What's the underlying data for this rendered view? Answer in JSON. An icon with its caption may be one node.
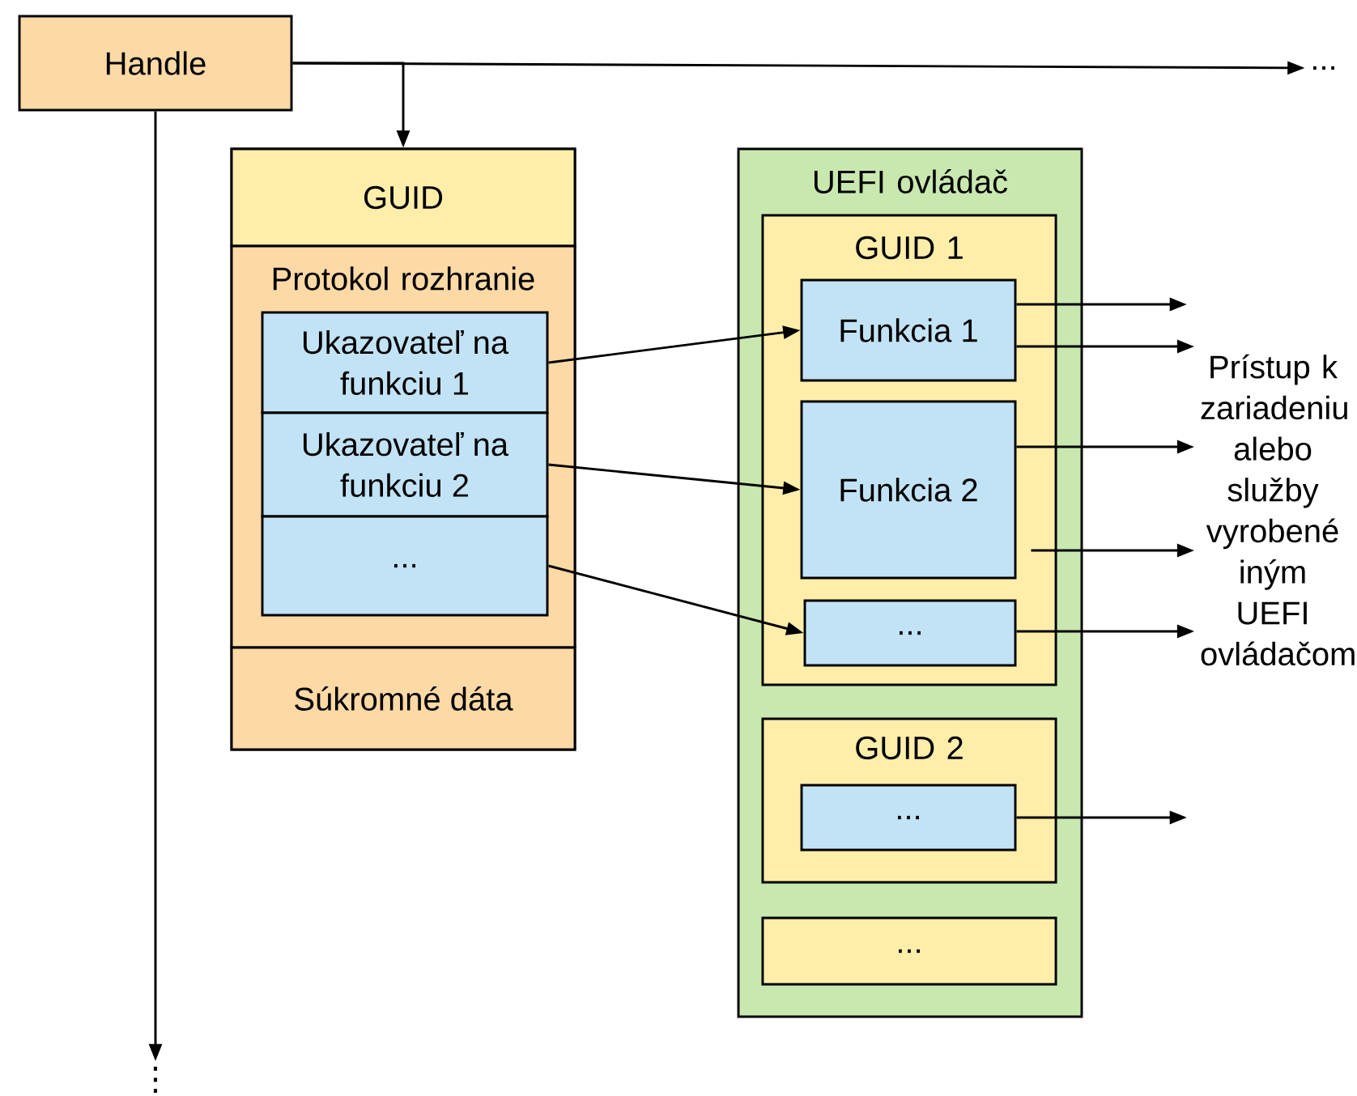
{
  "diagram": {
    "nodes": [
      {
        "text": [
          "Handle"
        ]
      },
      {
        "text": [
          "..."
        ]
      },
      {
        "text": [
          "⋮"
        ]
      },
      {
        "text": [],
        "shape": "box"
      },
      {
        "text": [
          "GUID"
        ],
        "in": 3
      },
      {
        "text": [
          "Protokol rozhranie"
        ],
        "in": 3
      },
      {
        "text": [
          "Ukazovateľ na funkciu 1"
        ],
        "in": 5
      },
      {
        "text": [
          "Ukazovateľ na funkciu 2"
        ],
        "in": 5
      },
      {
        "text": [
          "..."
        ],
        "in": 5
      },
      {
        "text": [
          "Súkromné dáta"
        ],
        "in": 3
      },
      {
        "text": [
          "UEFI ovládač"
        ]
      },
      {
        "text": [
          "GUID 1"
        ],
        "in": 10
      },
      {
        "text": [
          "Funkcia 1"
        ],
        "in": 11
      },
      {
        "text": [
          "Funkcia 2"
        ],
        "in": 11
      },
      {
        "text": [
          "..."
        ],
        "in": 11
      },
      {
        "text": [
          "GUID 2"
        ],
        "in": 10
      },
      {
        "text": [
          "..."
        ],
        "in": 15
      },
      {
        "text": [
          "..."
        ],
        "in": 10
      },
      {
        "text": [
          "Prístup k zariadeniu alebo služby vyrobené iným UEFI ovládačom"
        ]
      }
    ],
    "edges": [
      {
        "from": 0,
        "to": 1,
        "arrow": "to"
      },
      {
        "from": 0,
        "to": 4,
        "arrow": "to"
      },
      {
        "from": 0,
        "to": 2,
        "arrow": "to"
      },
      {
        "from": 6,
        "to": 12,
        "arrow": "to"
      },
      {
        "from": 7,
        "to": 13,
        "arrow": "to"
      },
      {
        "from": 8,
        "to": 14,
        "arrow": "to"
      },
      {
        "from": 12,
        "to": null,
        "arrow": "to"
      },
      {
        "from": 12,
        "to": 18,
        "arrow": "to"
      },
      {
        "from": 13,
        "to": 18,
        "arrow": "to"
      },
      {
        "from": 13,
        "to": 18,
        "arrow": "to"
      },
      {
        "from": 14,
        "to": 18,
        "arrow": "to"
      },
      {
        "from": 16,
        "to": null,
        "arrow": "to"
      }
    ]
  }
}
